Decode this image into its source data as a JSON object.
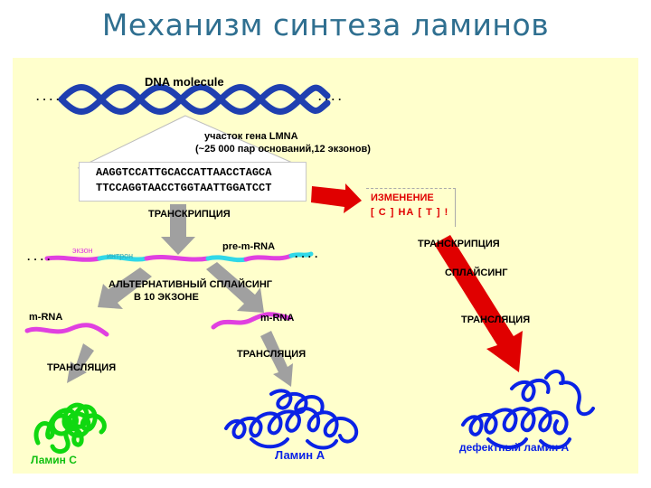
{
  "slide": {
    "title": "Механизм синтеза ламинов"
  },
  "dna": {
    "label": "DNA molecule",
    "dots_left": "· · · ·",
    "dots_right": "· · · ·",
    "gene_region_line1": "участок гена LMNA",
    "gene_region_line2": "(~25 000 пар оснований,12 экзонов)",
    "seq_top": "AAGGTCCATTGCACCATTAACCTAGCA",
    "seq_bottom": "TTCCAGGTAACCTGGTAATTGGATCCT"
  },
  "mutation": {
    "title": "ИЗМЕНЕНИЕ",
    "detail": "[ C ] НА [ T ]  !"
  },
  "steps": {
    "transcription": "ТРАНСКРИПЦИЯ",
    "transcription_right": "ТРАНСКРИПЦИЯ",
    "splicing_right": "СПЛАЙСИНГ",
    "translation_right": "ТРАНСЛЯЦИЯ",
    "alt_splicing_line1": "АЛЬТЕРНАТИВНЫЙ СПЛАЙСИНГ",
    "alt_splicing_line2": "В 10 ЭКЗОНЕ",
    "translation_left": "ТРАНСЛЯЦИЯ",
    "translation_mid": "ТРАНСЛЯЦИЯ"
  },
  "rna": {
    "pre_mrna": "pre-m-RNA",
    "exon": "экзон",
    "intron": "интрон",
    "mrna_left": "m-RNA",
    "mrna_right": "m-RNA"
  },
  "products": {
    "lamin_c": "Ламин С",
    "lamin_a": "Ламин А",
    "defective": "дефектный ламин А"
  },
  "colors": {
    "title": "#2f6f90",
    "background": "#ffffcc",
    "dna_strand": "#1f3fb0",
    "exon": "#e040e0",
    "intron": "#30d8e8",
    "mutation": "#e00000",
    "lamin_c": "#10d810",
    "lamin_a": "#0a22e6",
    "arrow_gray": "#a0a0a0"
  }
}
